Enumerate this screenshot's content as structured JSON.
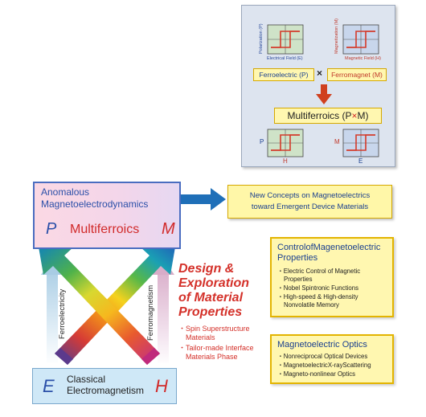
{
  "top_panel": {
    "graph1": {
      "y_label": "Polarization (P)",
      "x_label": "Electrical Field (E)"
    },
    "graph2": {
      "y_label": "Magnetization (M)",
      "x_label": "Magnetic Field (H)"
    },
    "ferroelectric": "Ferroelectric (P)",
    "times": "×",
    "ferromagnet": "Ferromagnet (M)",
    "multiferroics_prefix": "Multiferroics (P",
    "multiferroics_times": "×",
    "multiferroics_suffix": "M)",
    "graph3": {
      "y_label": "P",
      "x_label": "H"
    },
    "graph4": {
      "y_label": "M",
      "x_label": "E"
    },
    "colors": {
      "panel_bg": "#dde4ef",
      "loop_red": "#d43a2a",
      "graph_green": "#cfe3c8",
      "graph_blue": "#c8d6ec"
    }
  },
  "anomalous": {
    "title_line1": "Anomalous",
    "title_line2": "Magnetoelectrodynamics",
    "p": "P",
    "multiferroics": "Multiferroics",
    "m": "M"
  },
  "new_concepts": {
    "line1": "New Concepts on Magnetoelectrics",
    "line2": "toward Emergent Device Materials"
  },
  "design": {
    "line1": "Design &",
    "line2": "Exploration",
    "line3": "of Material",
    "line4": "Properties",
    "bullets": [
      [
        "・Spin Superstructure",
        "Materials"
      ],
      [
        "・Tailor-made Interface",
        "Materials Phase"
      ]
    ]
  },
  "vertical_labels": {
    "left": "Ferroelectricity",
    "right": "Ferromagnetism"
  },
  "classical": {
    "e": "E",
    "line1": "Classical",
    "line2": "Electromagnetism",
    "h": "H"
  },
  "panel_control": {
    "title_line1": "ControlofMagenetoelectric",
    "title_line2": "Properties",
    "items": [
      [
        "・Electric Control of Magnetic",
        "Properties"
      ],
      [
        "・Nobel Spintronic Functions"
      ],
      [
        "・High-speed & High-density",
        "Nonvolatile Memory"
      ]
    ]
  },
  "panel_optics": {
    "title": "Magnetoelectric Optics",
    "items": [
      "・Nonreciprocal Optical Devices",
      "・MagnetoelectricX-rayScattering",
      "・Magneto-nonlinear Optics"
    ]
  }
}
